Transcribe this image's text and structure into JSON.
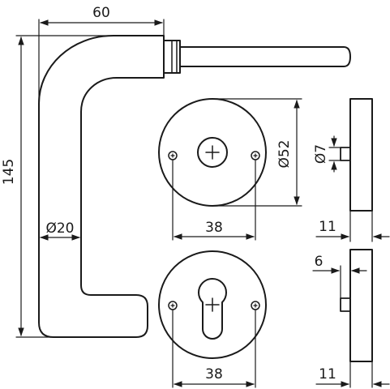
{
  "dimensions": {
    "handle_width": "60",
    "handle_height": "145",
    "handle_diameter": "Ø20",
    "rose_diameter": "Ø52",
    "pin_diameter": "Ø7",
    "screw_spacing_top": "38",
    "screw_spacing_bottom": "38",
    "rose_thickness_top": "11",
    "rose_thickness_bottom": "11",
    "escutcheon_offset": "6"
  },
  "colors": {
    "line": "#1a1a1a",
    "background": "#ffffff"
  }
}
